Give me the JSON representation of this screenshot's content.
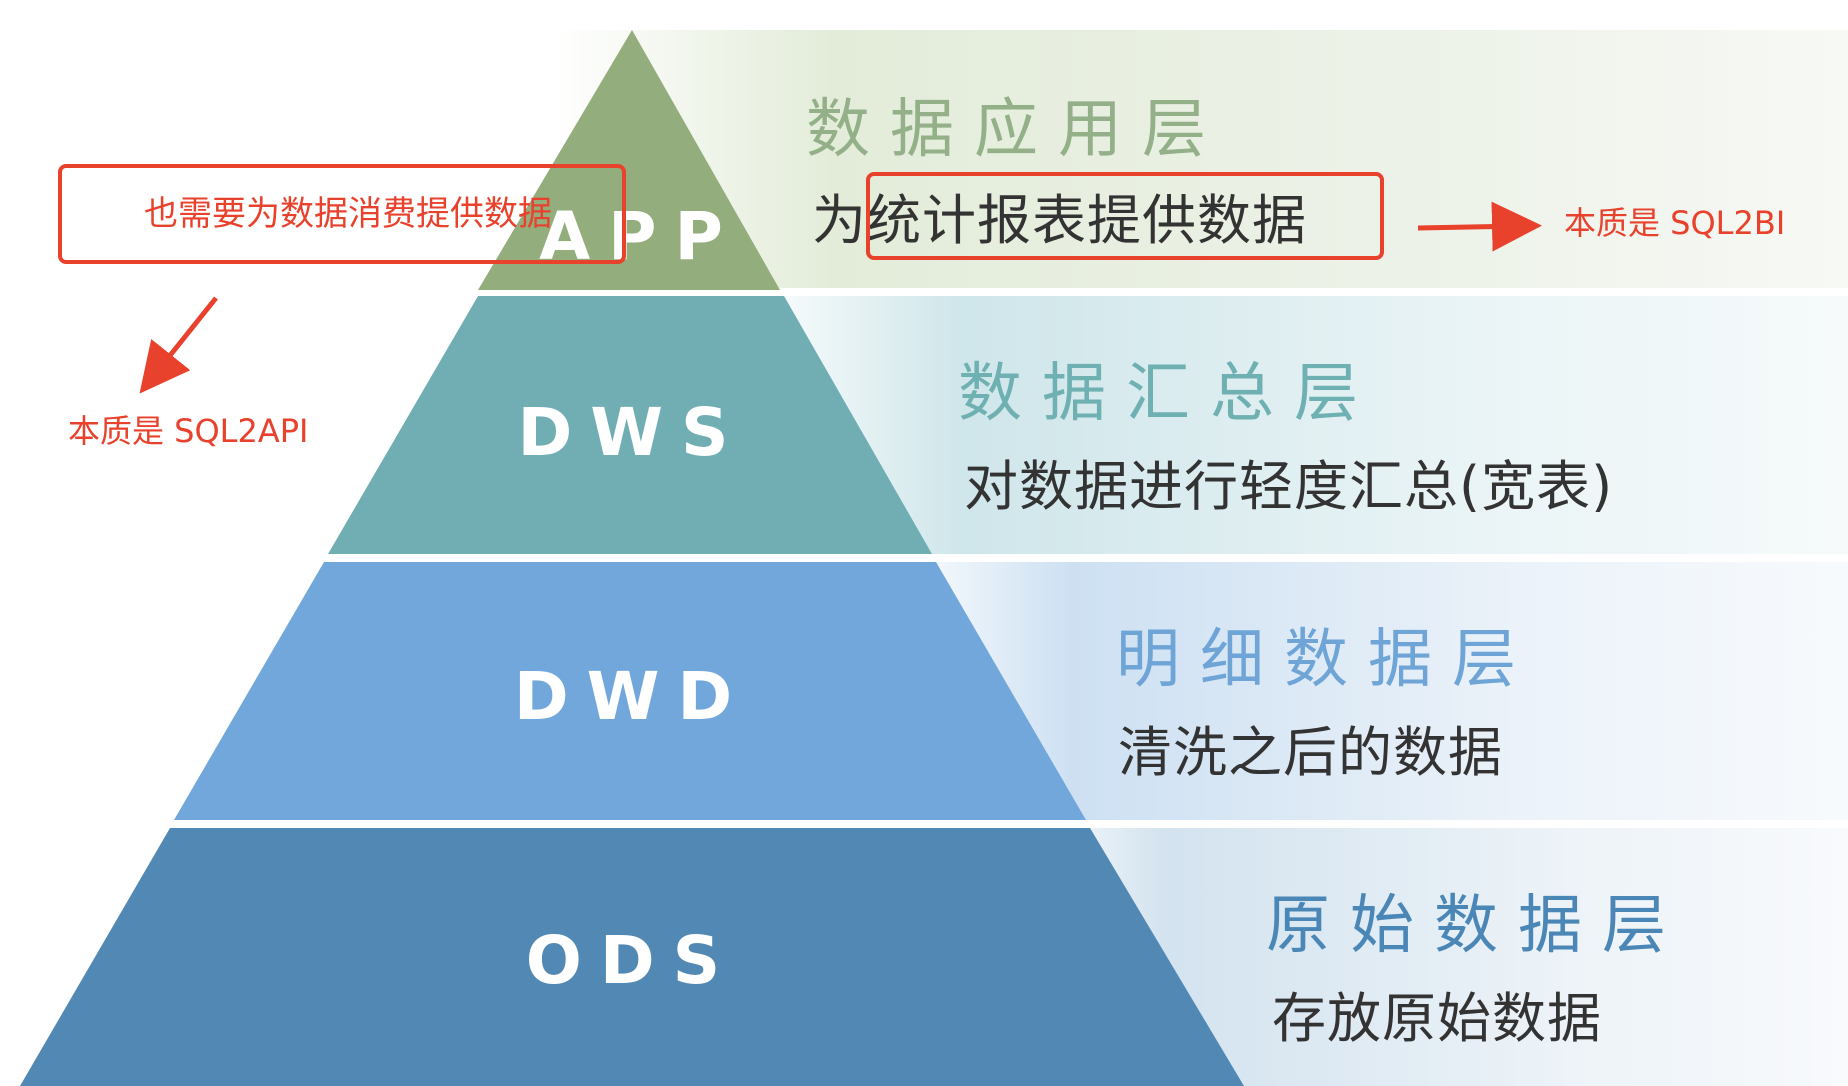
{
  "colors": {
    "app_fill": "#93ad7c",
    "dws_fill": "#70aeb4",
    "dwd_fill": "#71a7da",
    "ods_fill": "#5288b4",
    "annotation_red": "#e8412c",
    "app_name": "#93b089",
    "dws_name": "#6fb0b3",
    "dwd_name": "#6ea4d6",
    "ods_name": "#4a87b7"
  },
  "tiers": [
    {
      "code": "APP",
      "name": "数据应用层",
      "desc": "为统计报表提供数据"
    },
    {
      "code": "DWS",
      "name": "数据汇总层",
      "desc": "对数据进行轻度汇总(宽表)"
    },
    {
      "code": "DWD",
      "name": "明细数据层",
      "desc": "清洗之后的数据"
    },
    {
      "code": "ODS",
      "name": "原始数据层",
      "desc": "存放原始数据"
    }
  ],
  "annotations": {
    "left_box_text": "也需要为数据消费提供数据",
    "left_note": "本质是 SQL2API",
    "right_note": "本质是 SQL2BI"
  }
}
